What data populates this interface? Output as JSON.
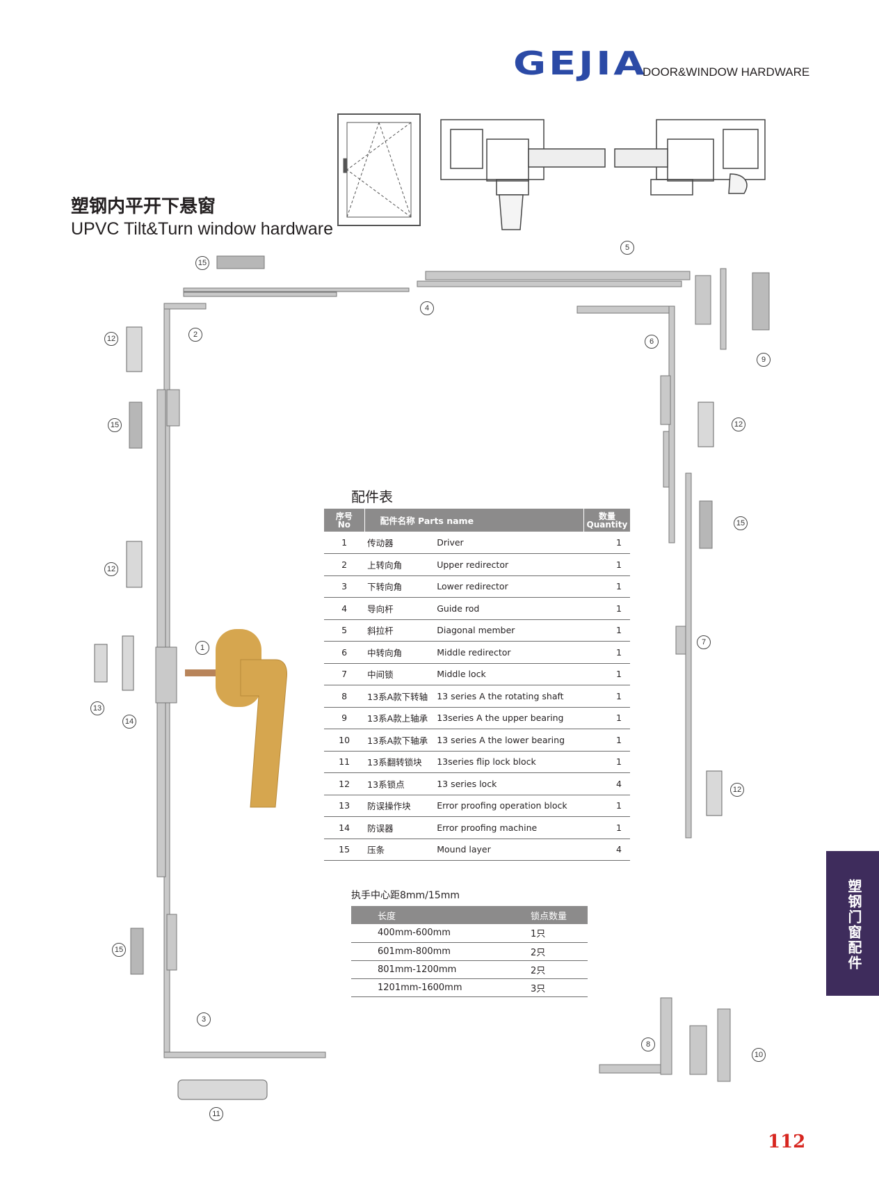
{
  "header": {
    "logo": "GEJIA",
    "tagline": "DOOR&WINDOW HARDWARE"
  },
  "title": {
    "cn": "塑钢内平开下悬窗",
    "en": "UPVC Tilt&Turn window hardware"
  },
  "callouts": [
    "1",
    "2",
    "3",
    "4",
    "5",
    "6",
    "7",
    "8",
    "9",
    "10",
    "11",
    "12",
    "13",
    "14",
    "15"
  ],
  "parts": {
    "title": "配件表",
    "head": {
      "no_cn": "序号",
      "no_en": "No",
      "name": "配件名称  Parts name",
      "qty_cn": "数量",
      "qty_en": "Quantity"
    },
    "rows": [
      {
        "no": "1",
        "cn": "传动器",
        "en": "Driver",
        "qty": "1"
      },
      {
        "no": "2",
        "cn": "上转向角",
        "en": "Upper redirector",
        "qty": "1"
      },
      {
        "no": "3",
        "cn": "下转向角",
        "en": "Lower redirector",
        "qty": "1"
      },
      {
        "no": "4",
        "cn": "导向杆",
        "en": "Guide rod",
        "qty": "1"
      },
      {
        "no": "5",
        "cn": "斜拉杆",
        "en": "Diagonal member",
        "qty": "1"
      },
      {
        "no": "6",
        "cn": "中转向角",
        "en": "Middle redirector",
        "qty": "1"
      },
      {
        "no": "7",
        "cn": "中间锁",
        "en": "Middle lock",
        "qty": "1"
      },
      {
        "no": "8",
        "cn": "13系A款下转轴",
        "en": "13 series A the rotating shaft",
        "qty": "1"
      },
      {
        "no": "9",
        "cn": "13系A款上轴承",
        "en": "13series A the upper bearing",
        "qty": "1"
      },
      {
        "no": "10",
        "cn": "13系A款下轴承",
        "en": "13 series A the lower bearing",
        "qty": "1"
      },
      {
        "no": "11",
        "cn": "13系翻转锁块",
        "en": "13series flip lock block",
        "qty": "1"
      },
      {
        "no": "12",
        "cn": "13系锁点",
        "en": "13 series lock",
        "qty": "4"
      },
      {
        "no": "13",
        "cn": "防误操作块",
        "en": "Error proofing  operation block",
        "qty": "1"
      },
      {
        "no": "14",
        "cn": "防误器",
        "en": "Error proofing machine",
        "qty": "1"
      },
      {
        "no": "15",
        "cn": "压条",
        "en": "Mound layer",
        "qty": "4"
      }
    ]
  },
  "lengths": {
    "note": "执手中心距8mm/15mm",
    "head": {
      "length": "长度",
      "locks": "锁点数量"
    },
    "rows": [
      {
        "length": "400mm-600mm",
        "locks": "1只"
      },
      {
        "length": "601mm-800mm",
        "locks": "2只"
      },
      {
        "length": "801mm-1200mm",
        "locks": "2只"
      },
      {
        "length": "1201mm-1600mm",
        "locks": "3只"
      }
    ]
  },
  "side_tab": "塑钢门窗配件",
  "page_number": "112",
  "colors": {
    "brand": "#2b4aa6",
    "tab": "#3e2c5c",
    "page_number": "#d7261f",
    "table_head": "#8c8b8b",
    "handle": "#d6a64f"
  }
}
